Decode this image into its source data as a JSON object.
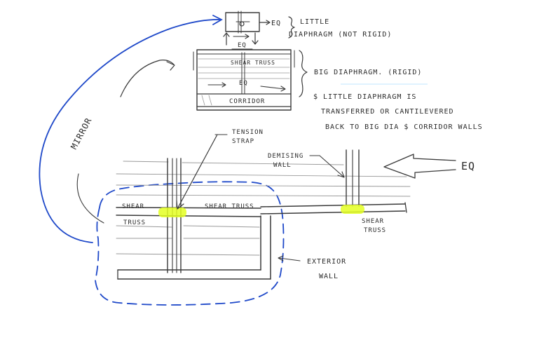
{
  "small_plan": {
    "eq_label": "EQ",
    "eq_bottom_label": "EQ",
    "note_line1": "LITTLE",
    "note_line2": "DIAPHRAGM (NOT RIGID)"
  },
  "big_plan": {
    "shear_truss_label": "SHEAR TRUSS",
    "eq_label": "EQ",
    "corridor_label": "CORRIDOR",
    "note_line1": "BIG DIAPHRAGM. (RIGID)",
    "note_line2": "$ LITTLE DIAPHRAGM IS",
    "note_line3": "TRANSFERRED OR CANTILEVERED",
    "note_line4": "BACK TO BIG DIA $ CORRIDOR WALLS"
  },
  "mirror_label": "MIRROR",
  "main_plan": {
    "tension_strap_line1": "TENSION",
    "tension_strap_line2": "STRAP",
    "demising_wall_line1": "DEMISING",
    "demising_wall_line2": "WALL",
    "eq_label": "EQ",
    "shear_left_line1": "SHEAR",
    "shear_left_line2": "TRUSS",
    "shear_truss_mid": "SHEAR TRUSS",
    "shear_right_line1": "SHEAR",
    "shear_right_line2": "TRUSS",
    "exterior_wall_line1": "EXTERIOR",
    "exterior_wall_line2": "WALL"
  },
  "colors": {
    "pencil": "#3a3a3a",
    "highlight": "#e4ff22",
    "blue_pen": "#1f49c9"
  }
}
